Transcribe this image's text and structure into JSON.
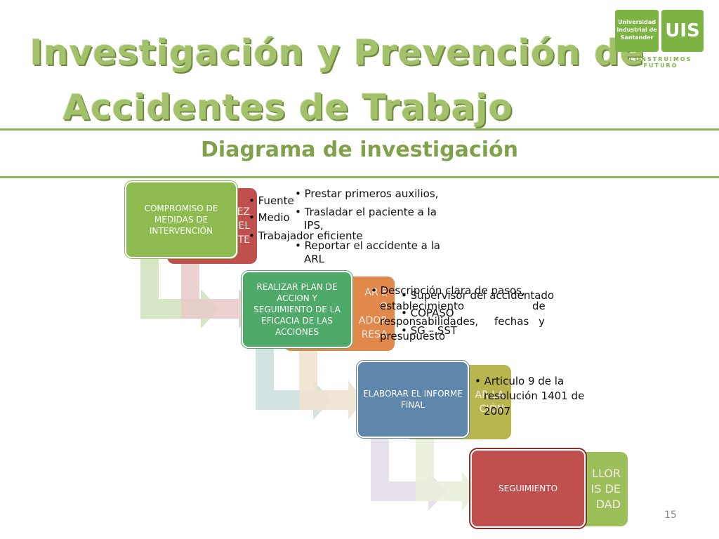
{
  "title": {
    "line1": "Investigación y Prevención de",
    "line2": "Accidentes de Trabajo",
    "subtitle": "Diagrama de investigación"
  },
  "logo": {
    "name_line1": "Universidad",
    "name_line2": "Industrial de",
    "name_line3": "Santander",
    "monogram": "UIS",
    "tagline": "CONSTRUIMOS FUTURO"
  },
  "steps": [
    {
      "back_fragments": [
        "EZ",
        "O EL",
        "NTE"
      ],
      "front_label": "COMPROMISO DE MEDIDAS DE INTERVENCIÓN",
      "inner_bullets": [
        "Fuente",
        "Medio",
        "Trabajador eficiente"
      ],
      "outer_bullets": [
        "Prestar primeros auxilios,",
        "Trasladar el paciente a la",
        "IPS,",
        "Reportar el accidente a la",
        "ARL"
      ]
    },
    {
      "back_fragments": [
        "AR E",
        "O",
        "ADOR",
        "RESA"
      ],
      "front_label": "REALIZAR PLAN DE ACCION Y SEGUIMIENTO DE LA EFICACIA DE LAS ACCIONES",
      "inner_bullets": [
        "Supervisor del accidentado",
        "COPASO",
        "SG – SST"
      ],
      "outer_text": [
        "Descripción clara de pasos,",
        "establecimiento",
        "de",
        "responsabilidades,",
        "fechas",
        "y",
        "presupuesto"
      ]
    },
    {
      "back_fragments": [
        "AR LA",
        "CIÓN"
      ],
      "front_label": "ELABORAR EL INFORME FINAL",
      "inner_bullets": [
        "Articulo 9 de la",
        "resolución 1401 de",
        "2007"
      ]
    },
    {
      "back_fragments": [
        "LLOR",
        "IS DE",
        "DAD"
      ],
      "front_label": "SEGUIMIENTO"
    }
  ],
  "page_number": "15",
  "colors": {
    "title": "#a3c16a",
    "green": "#8dbb4f",
    "red": "#c0504d",
    "orange": "#e0894a",
    "blue": "#6a8fb0",
    "olive": "#b8b54e",
    "lime": "#9bc05a"
  }
}
